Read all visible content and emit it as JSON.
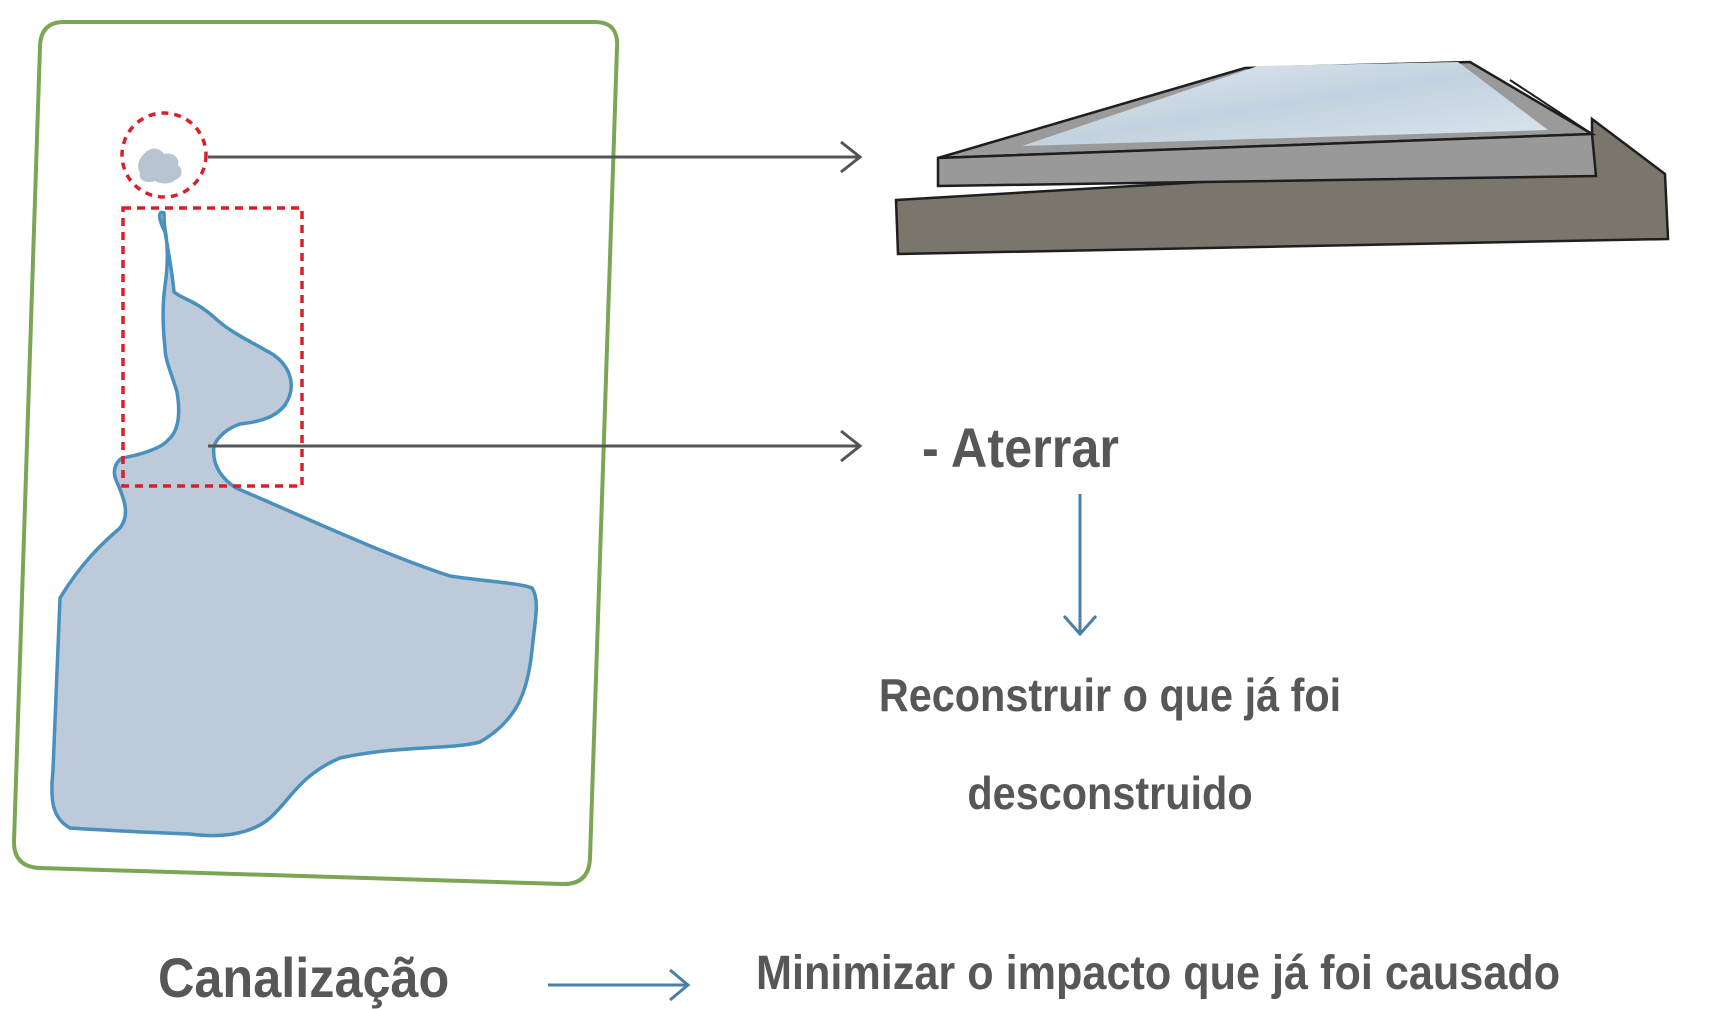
{
  "labels": {
    "aterrar": "- Aterrar",
    "reconstruir_line1": "Reconstruir o que já foi",
    "reconstruir_line2": "desconstruido",
    "canalizacao": "Canalização",
    "minimizar": "Minimizar o impacto que já foi causado"
  },
  "colors": {
    "frame": "#7aa655",
    "water_fill": "#bccad9",
    "water_stroke": "#4a90bd",
    "highlight_dashed": "#d9202a",
    "connector_arrow": "#555555",
    "flow_arrow": "#4a7fa8",
    "text": "#575757",
    "slab_top": "#9a9a9a",
    "slab_base": "#7a766c",
    "slab_surface": "#cfdbe6"
  }
}
